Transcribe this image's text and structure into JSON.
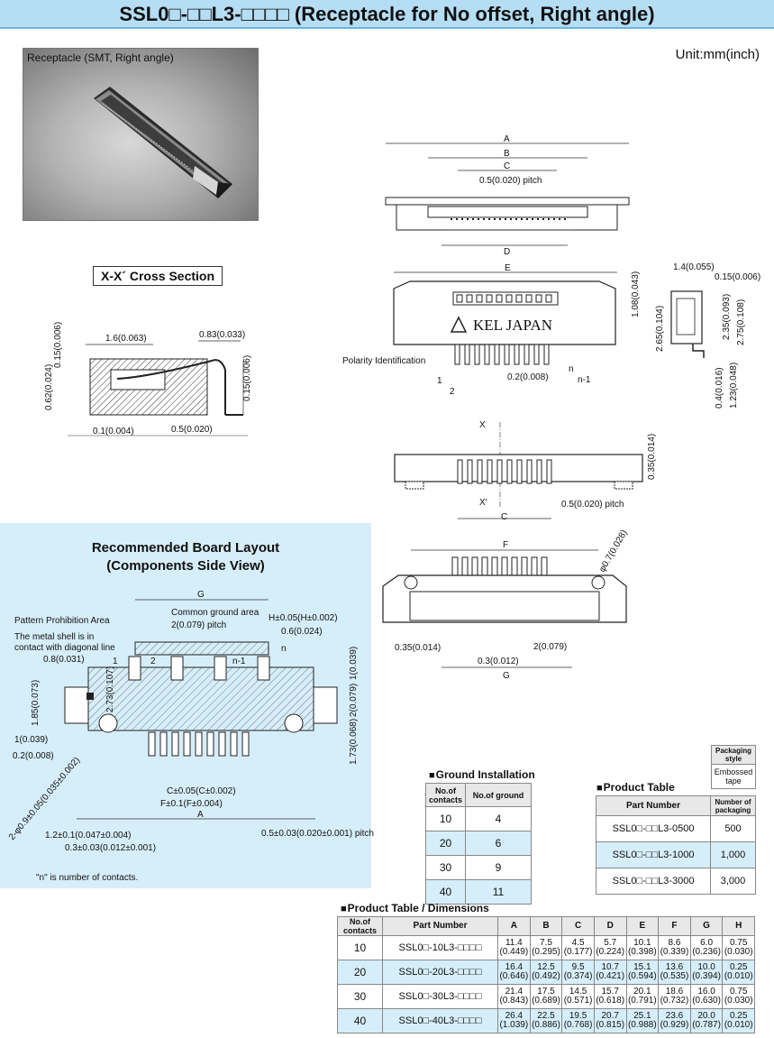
{
  "header": {
    "title": "SSL0□-□□L3-□□□□ (Receptacle for No offset, Right angle)"
  },
  "unit": "Unit:mm(inch)",
  "photo": {
    "caption": "Receptacle (SMT, Right angle)"
  },
  "cross_section": {
    "title": "X-X´ Cross Section",
    "dims": [
      "1.6(0.063)",
      "0.83(0.033)",
      "0.15(0.006)",
      "0.62(0.024)",
      "0.15(0.006)",
      "0.1(0.004)",
      "0.5(0.020)"
    ]
  },
  "top_view": {
    "labels": [
      "A",
      "B",
      "C",
      "0.5(0.020) pitch",
      "D"
    ]
  },
  "front_view": {
    "dims": [
      "E",
      "1.08(0.043)",
      "2.65(0.104)"
    ],
    "brand": "KEL JAPAN",
    "polarity": "Polarity Identification",
    "pins": [
      "1",
      "2",
      "n",
      "n-1"
    ],
    "pitch": "0.2(0.008)"
  },
  "side_view": {
    "dims": [
      "1.4(0.055)",
      "0.15(0.006)",
      "2.35(0.093)",
      "2.75(0.108)",
      "0.4(0.016)",
      "1.23(0.048)"
    ]
  },
  "bottom_view": {
    "labels": [
      "X",
      "X'",
      "C",
      "0.35(0.014)",
      "0.5(0.020) pitch"
    ]
  },
  "rear_view": {
    "labels": [
      "F",
      "φ0.7(0.028)",
      "0.35(0.014)",
      "0.3(0.012)",
      "2(0.079)",
      "G"
    ]
  },
  "board_layout": {
    "title_line1": "Recommended Board Layout",
    "title_line2": "(Components Side View)",
    "labels": {
      "g": "G",
      "common_ground": "Common ground area",
      "cg_pitch": "2(0.079) pitch",
      "h_tol": "H±0.05(H±0.002)",
      "d06": "0.6(0.024)",
      "prohibit": "Pattern Prohibition Area",
      "shell1": "The metal shell is in",
      "shell2": "contact with diagonal line",
      "d08": "0.8(0.031)",
      "p1": "1",
      "p2": "2",
      "pn1": "n-1",
      "pn": "n",
      "d185": "1.85(0.073)",
      "d273": "2.73(0.107)",
      "d1v": "1(0.039)",
      "d2v": "2(0.079)",
      "d173": "1.73(0.068)",
      "d1h": "1(0.039)",
      "d02": "0.2(0.008)",
      "c_tol": "C±0.05(C±0.002)",
      "f_tol": "F±0.1(F±0.004)",
      "a": "A",
      "hole": "2-φ0.9±0.05(0.035±0.002)",
      "d12": "1.2±0.1(0.047±0.004)",
      "d03": "0.3±0.03(0.012±0.001)",
      "pitch": "0.5±0.03(0.020±0.001) pitch"
    },
    "note": "\"n\" is number of contacts."
  },
  "ground_installation": {
    "title": "Ground Installation",
    "headers": [
      "No.of contacts",
      "No.of ground"
    ],
    "rows": [
      [
        "10",
        "4"
      ],
      [
        "20",
        "6"
      ],
      [
        "30",
        "9"
      ],
      [
        "40",
        "11"
      ]
    ]
  },
  "packaging": {
    "header": "Packaging style",
    "value": "Embossed tape"
  },
  "product_table": {
    "title": "Product Table",
    "headers": [
      "Part Number",
      "Number of packaging"
    ],
    "rows": [
      [
        "SSL0□-□□L3-0500",
        "500"
      ],
      [
        "SSL0□-□□L3-1000",
        "1,000"
      ],
      [
        "SSL0□-□□L3-3000",
        "3,000"
      ]
    ]
  },
  "dimensions_table": {
    "title": "Product Table / Dimensions",
    "headers": [
      "No.of contacts",
      "Part Number",
      "A",
      "B",
      "C",
      "D",
      "E",
      "F",
      "G",
      "H"
    ],
    "rows": [
      [
        "10",
        "SSL0□-10L3-□□□□",
        [
          "11.4",
          "(0.449)"
        ],
        [
          "7.5",
          "(0.295)"
        ],
        [
          "4.5",
          "(0.177)"
        ],
        [
          "5.7",
          "(0.224)"
        ],
        [
          "10.1",
          "(0.398)"
        ],
        [
          "8.6",
          "(0.339)"
        ],
        [
          "6.0",
          "(0.236)"
        ],
        [
          "0.75",
          "(0.030)"
        ]
      ],
      [
        "20",
        "SSL0□-20L3-□□□□",
        [
          "16.4",
          "(0.646)"
        ],
        [
          "12.5",
          "(0.492)"
        ],
        [
          "9.5",
          "(0.374)"
        ],
        [
          "10.7",
          "(0.421)"
        ],
        [
          "15.1",
          "(0.594)"
        ],
        [
          "13.6",
          "(0.535)"
        ],
        [
          "10.0",
          "(0.394)"
        ],
        [
          "0.25",
          "(0.010)"
        ]
      ],
      [
        "30",
        "SSL0□-30L3-□□□□",
        [
          "21.4",
          "(0.843)"
        ],
        [
          "17.5",
          "(0.689)"
        ],
        [
          "14.5",
          "(0.571)"
        ],
        [
          "15.7",
          "(0.618)"
        ],
        [
          "20.1",
          "(0.791)"
        ],
        [
          "18.6",
          "(0.732)"
        ],
        [
          "16.0",
          "(0.630)"
        ],
        [
          "0.75",
          "(0.030)"
        ]
      ],
      [
        "40",
        "SSL0□-40L3-□□□□",
        [
          "26.4",
          "(1.039)"
        ],
        [
          "22.5",
          "(0.886)"
        ],
        [
          "19.5",
          "(0.768)"
        ],
        [
          "20.7",
          "(0.815)"
        ],
        [
          "25.1",
          "(0.988)"
        ],
        [
          "23.6",
          "(0.929)"
        ],
        [
          "20.0",
          "(0.787)"
        ],
        [
          "0.25",
          "(0.010)"
        ]
      ]
    ]
  }
}
